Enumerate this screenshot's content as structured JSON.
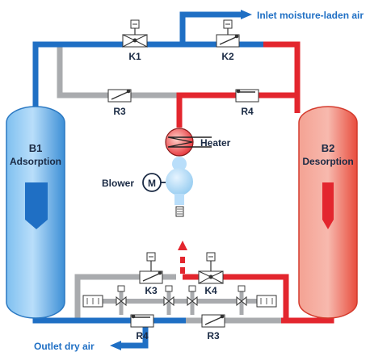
{
  "labels": {
    "inlet": "Inlet moisture-laden air",
    "outlet": "Outlet dry air",
    "heater": "Heater",
    "blower": "Blower",
    "motor_symbol": "M"
  },
  "towers": {
    "left": {
      "name": "B1",
      "mode": "Adsorption"
    },
    "right": {
      "name": "B2",
      "mode": "Desorption"
    }
  },
  "valves": {
    "k1": "K1",
    "k2": "K2",
    "k3": "K3",
    "k4": "K4",
    "r3_top": "R3",
    "r4_top": "R4",
    "r4_bottom": "R4",
    "r3_bottom": "R3"
  },
  "colors": {
    "blue": "#1f6fc4",
    "red": "#e3262e",
    "gray": "#a9abae",
    "tower_left": "#3d8fd6",
    "tower_right": "#e84c3d"
  }
}
